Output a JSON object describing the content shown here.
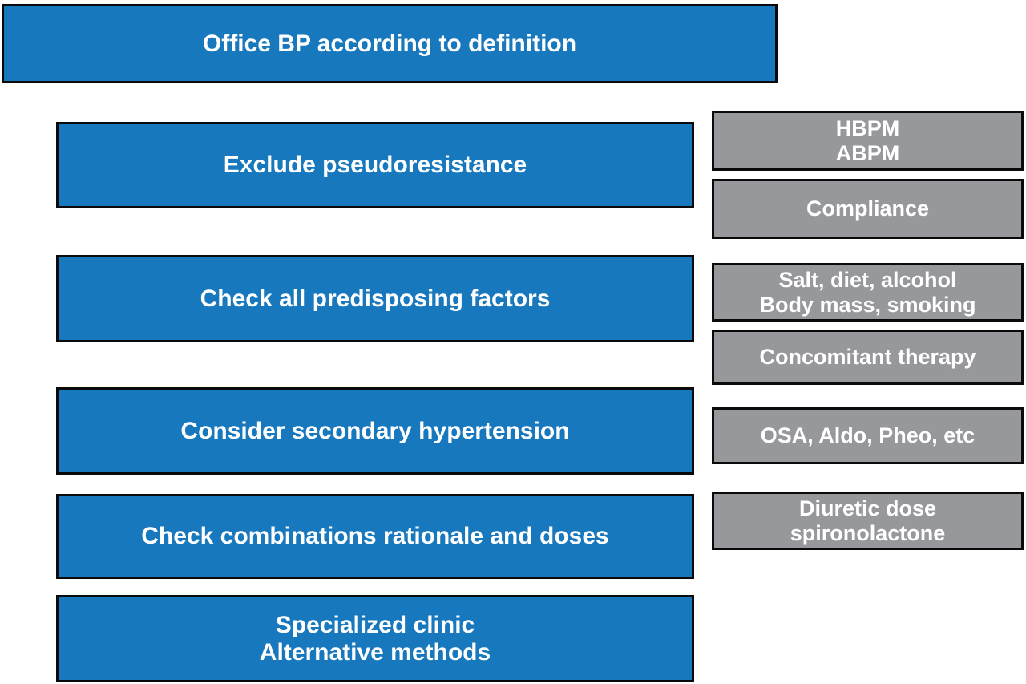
{
  "colors": {
    "blue": "#1778BE",
    "gray": "#96989B",
    "border": "#0a0a0a",
    "text": "#ffffff"
  },
  "flow": {
    "title": "Office BP according to definition",
    "steps": {
      "exclude": {
        "label": "Exclude pseudoresistance"
      },
      "predisposing": {
        "label": "Check all predisposing factors"
      },
      "secondary": {
        "label": "Consider secondary hypertension"
      },
      "combinations": {
        "label": "Check combinations rationale and doses"
      },
      "specialized": {
        "line1": "Specialized clinic",
        "line2": "Alternative methods"
      }
    },
    "notes": {
      "monitoring": {
        "line1": "HBPM",
        "line2": "ABPM"
      },
      "compliance": {
        "label": "Compliance"
      },
      "lifestyle": {
        "line1": "Salt, diet, alcohol",
        "line2": "Body mass, smoking"
      },
      "concomitant": {
        "label": "Concomitant therapy"
      },
      "secondary_causes": {
        "label": "OSA, Aldo, Pheo, etc"
      },
      "diuretic": {
        "line1": "Diuretic dose",
        "line2": "spironolactone"
      }
    }
  }
}
